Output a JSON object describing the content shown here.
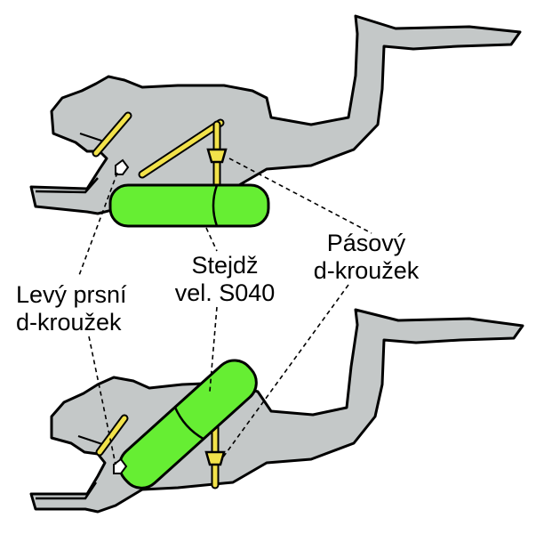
{
  "labels": {
    "left_chest_ring": {
      "line1": "Levý prsní",
      "line2": "d-kroužek"
    },
    "stage_bottle": {
      "line1": "Stejdž",
      "line2": "vel. S040"
    },
    "waist_ring": {
      "line1": "Pásový",
      "line2": "d-kroužek"
    }
  },
  "colors": {
    "diver_body": "#c4c8c8",
    "outline": "#000000",
    "cylinder": "#66ee33",
    "harness": "#f2e24a",
    "background": "#ffffff"
  }
}
